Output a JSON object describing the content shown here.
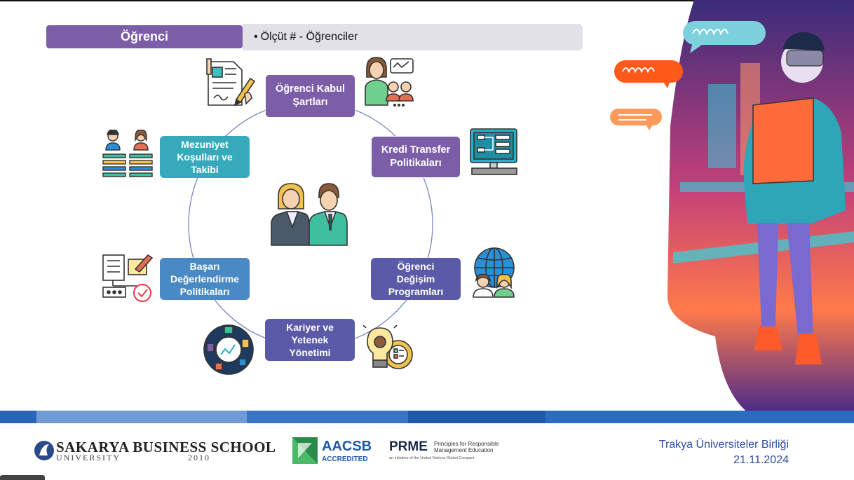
{
  "header": {
    "title": "Öğrenci",
    "bullet": "•",
    "subtitle": "Ölçüt #   - Öğrenciler"
  },
  "diagram": {
    "center_icon": "students-pair-icon",
    "nodes": [
      {
        "id": "kabul",
        "label_lines": [
          "Öğrenci Kabul",
          "Şartları"
        ],
        "icon": "document-signing-icon"
      },
      {
        "id": "kredi",
        "label_lines": [
          "Kredi Transfer",
          "Politikaları"
        ],
        "icon": "computer-diagram-icon"
      },
      {
        "id": "degisim",
        "label_lines": [
          "Öğrenci",
          "Değişim",
          "Programları"
        ],
        "icon": "globe-students-icon"
      },
      {
        "id": "kariyer",
        "label_lines": [
          "Kariyer ve",
          "Yetenek",
          "Yönetimi"
        ],
        "icon": "lightbulb-gear-icon"
      },
      {
        "id": "basari",
        "label_lines": [
          "Başarı",
          "Değerlendirme",
          "Politikaları"
        ],
        "icon": "assessment-checklist-icon"
      },
      {
        "id": "mezuniyet",
        "label_lines": [
          "Mezuniyet",
          "Koşulları ve",
          "Takibi"
        ],
        "icon": "graduates-list-icon"
      }
    ],
    "extra_icons": [
      "teacher-presentation-icon",
      "cycle-chart-icon"
    ]
  },
  "footer": {
    "logo_sakarya_main": "SAKARYA BUSINESS SCHOOL",
    "logo_sakarya_sub": "UNIVERSITY",
    "logo_sakarya_year": "2010",
    "logo_aacsb": "AACSB",
    "logo_aacsb_sub": "ACCREDITED",
    "logo_prme": "PRME",
    "logo_prme_sub1": "Principles for Responsible",
    "logo_prme_sub2": "Management Education",
    "logo_prme_sub3": "an initiative of the United Nations Global Compact",
    "org": "Trakya Üniversiteler Birliği",
    "date": "21.11.2024"
  },
  "colors": {
    "purple": "#7b5ea7",
    "teal": "#36aabb",
    "blue": "#4a8ac4",
    "violet": "#5a5aa8",
    "footer_text": "#2d4fa0"
  }
}
